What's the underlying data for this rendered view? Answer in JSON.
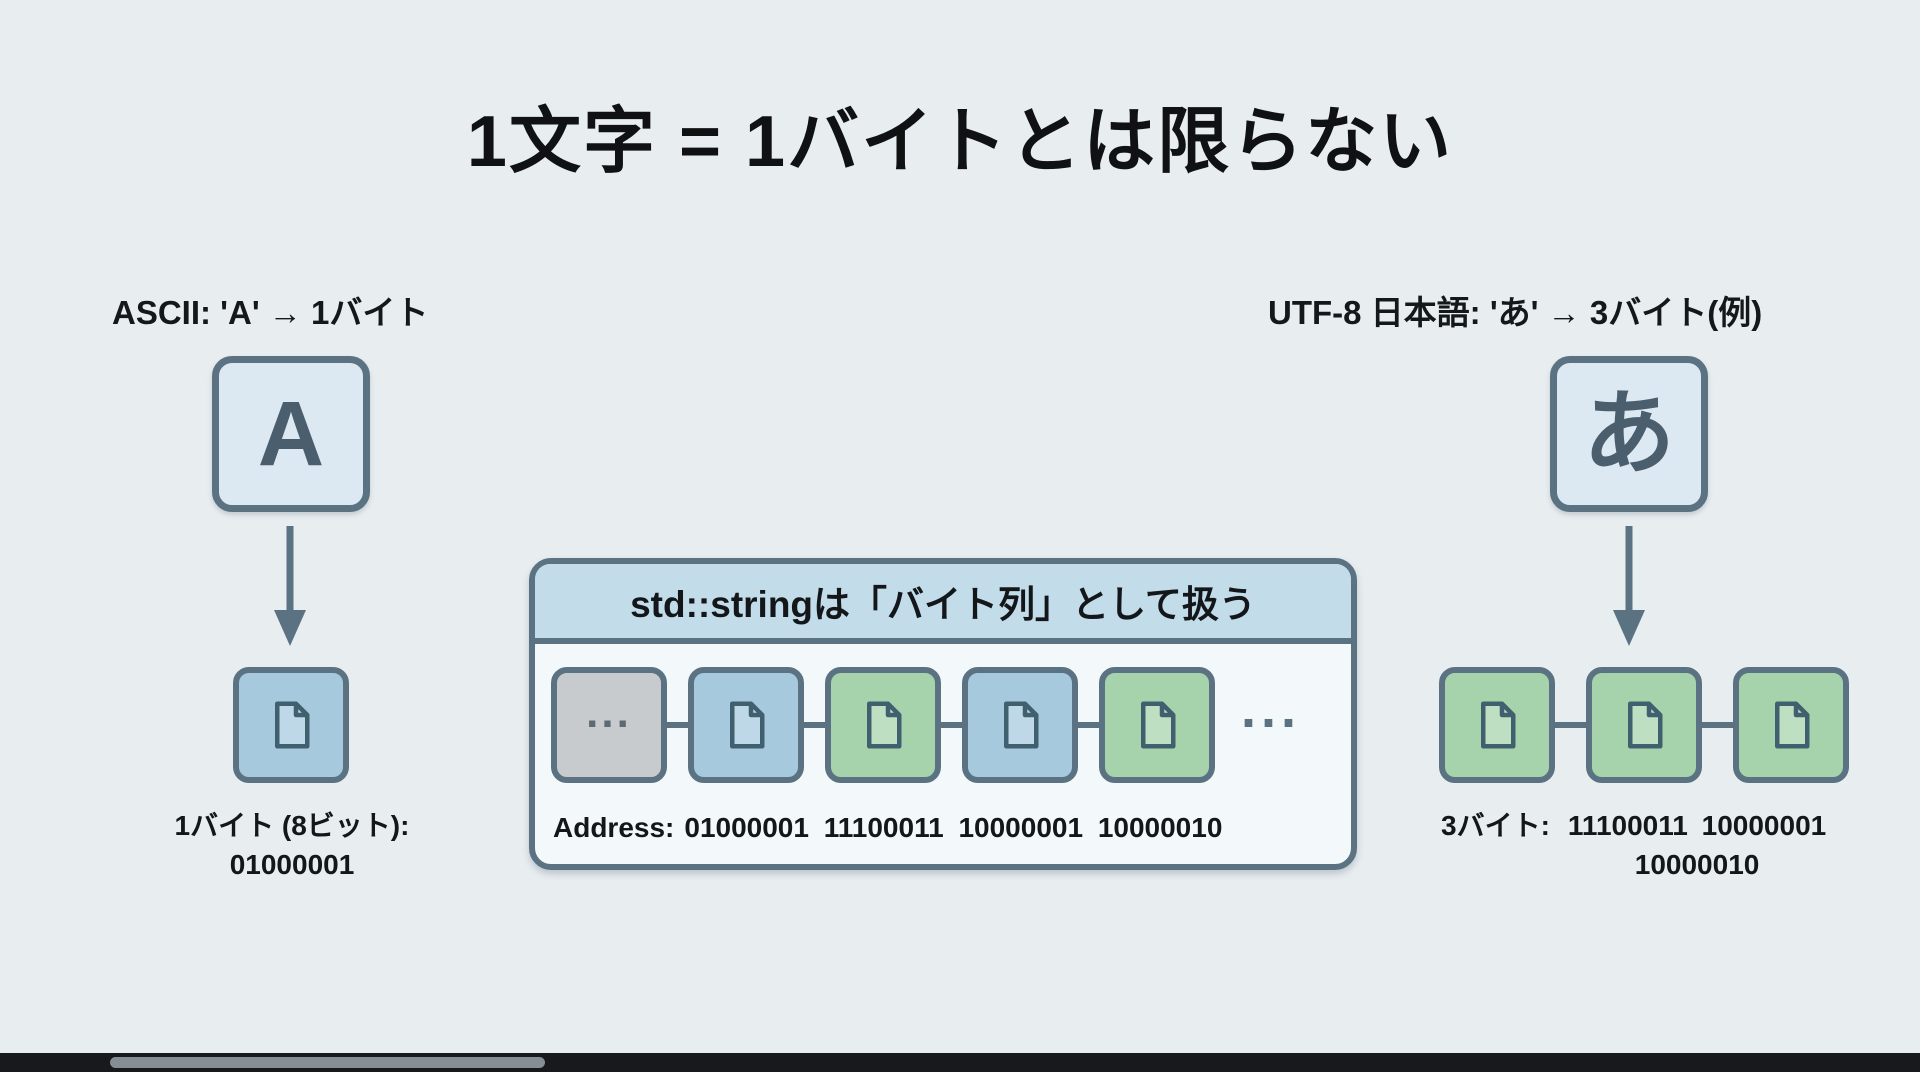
{
  "title": "1文字 = 1バイトとは限らない",
  "colors": {
    "background": "#e8edf0",
    "border_slate": "#5b7282",
    "byte_blue": "#a6c9de",
    "byte_green": "#a6d3ab",
    "byte_gray": "#c7cbcd",
    "char_box_bg": "#dce9f3",
    "panel_bg": "#f3f8fa",
    "panel_header_bg": "#c3dcea",
    "text_dark": "#14171a"
  },
  "ascii_section": {
    "label": "ASCII: 'A' → 1バイト",
    "char": "A",
    "byte_color": "blue",
    "caption_line1": "1バイト (8ビット):",
    "caption_line2": "01000001"
  },
  "string_panel": {
    "header": "std::stringは「バイト列」として扱う",
    "bytes": [
      {
        "color": "gray",
        "label": "..."
      },
      {
        "color": "blue"
      },
      {
        "color": "green"
      },
      {
        "color": "blue"
      },
      {
        "color": "green"
      }
    ],
    "trailing_ellipsis": "...",
    "address_label": "Address:",
    "address_values": "01000001 11100011 10000001 10000010"
  },
  "utf8_section": {
    "label": "UTF-8 日本語: 'あ' → 3バイト(例)",
    "char": "あ",
    "bytes": [
      {
        "color": "green"
      },
      {
        "color": "green"
      },
      {
        "color": "green"
      }
    ],
    "caption_label": "3バイト:",
    "caption_values_line1": "11100011 10000001",
    "caption_values_line2": "10000010"
  }
}
